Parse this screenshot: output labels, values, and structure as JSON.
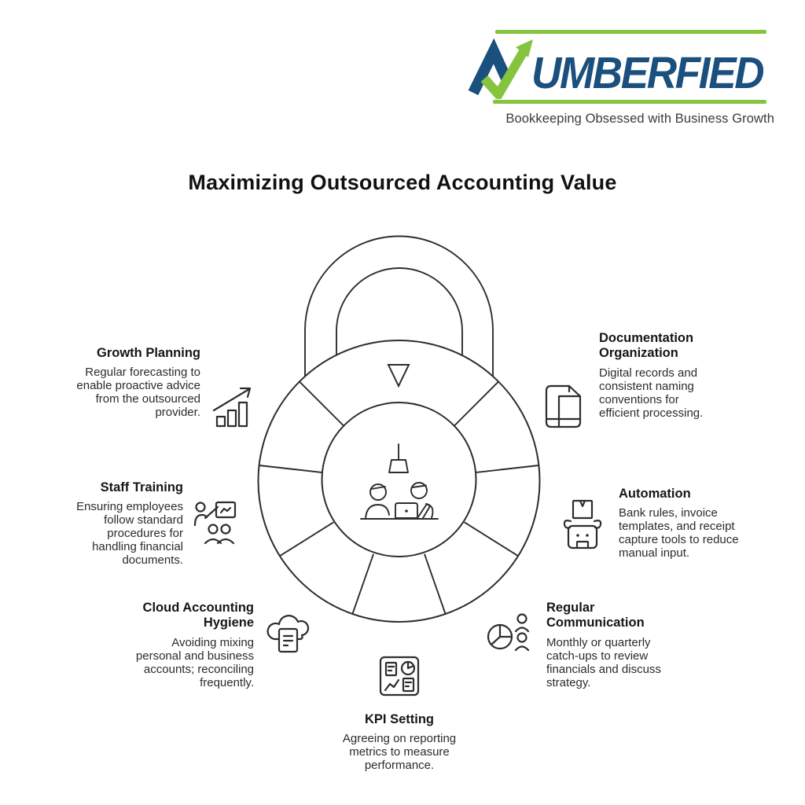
{
  "logo": {
    "brand": "NUMBERFIED",
    "brand_text_after_mark": "UMBERFIED",
    "tagline": "Bookkeeping Obsessed with Business Growth",
    "colors": {
      "blue": "#1a4f7e",
      "green": "#86c440"
    }
  },
  "title": "Maximizing Outsourced Accounting Value",
  "center_graphic": "padlock-dial-with-two-people-working-at-desk",
  "items": [
    {
      "id": "growth-planning",
      "title": "Growth Planning",
      "description": "Regular forecasting to enable proactive advice from the outsourced provider.",
      "icon": "bar-chart-growth-arrow-icon"
    },
    {
      "id": "staff-training",
      "title": "Staff Training",
      "description": "Ensuring employees follow standard procedures for handling financial documents.",
      "icon": "trainer-presentation-audience-icon"
    },
    {
      "id": "cloud-accounting-hygiene",
      "title": "Cloud Accounting Hygiene",
      "description": "Avoiding mixing personal and business accounts; reconciling frequently.",
      "icon": "cloud-document-icon"
    },
    {
      "id": "kpi-setting",
      "title": "KPI Setting",
      "description": "Agreeing on reporting metrics to measure performance.",
      "icon": "dashboard-reports-icon"
    },
    {
      "id": "regular-communication",
      "title": "Regular Communication",
      "description": "Monthly or quarterly catch-ups to review financials and discuss strategy.",
      "icon": "pie-chart-people-icon"
    },
    {
      "id": "automation",
      "title": "Automation",
      "description": "Bank rules, invoice templates, and receipt capture tools to reduce manual input.",
      "icon": "robot-package-icon"
    },
    {
      "id": "documentation-organization",
      "title": "Documentation Organization",
      "description": "Digital records and consistent naming conventions for efficient processing.",
      "icon": "file-grid-icon"
    }
  ]
}
